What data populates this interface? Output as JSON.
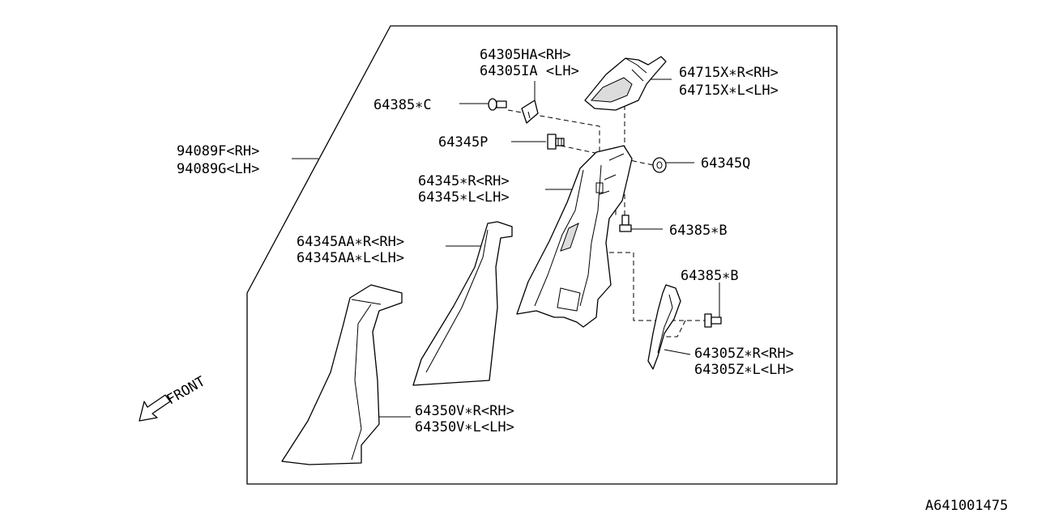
{
  "labels": {
    "p64305HA": "64305HA<RH>",
    "p64305IA": "64305IA <LH>",
    "p64385C": "64385∗C",
    "p64715XR": "64715X∗R<RH>",
    "p64715XL": "64715X∗L<LH>",
    "p64345P": "64345P",
    "p64345Q": "64345Q",
    "p94089F": "94089F<RH>",
    "p94089G": "94089G<LH>",
    "p64345R": "64345∗R<RH>",
    "p64345L": "64345∗L<LH>",
    "p64385B1": "64385∗B",
    "p64345AAR": "64345AA∗R<RH>",
    "p64345AAL": "64345AA∗L<LH>",
    "p64385B2": "64385∗B",
    "p64305ZR": "64305Z∗R<RH>",
    "p64305ZL": "64305Z∗L<LH>",
    "p64350VR": "64350V∗R<RH>",
    "p64350VL": "64350V∗L<LH>"
  },
  "front_label": "FRONT",
  "diagram_id": "A641001475"
}
